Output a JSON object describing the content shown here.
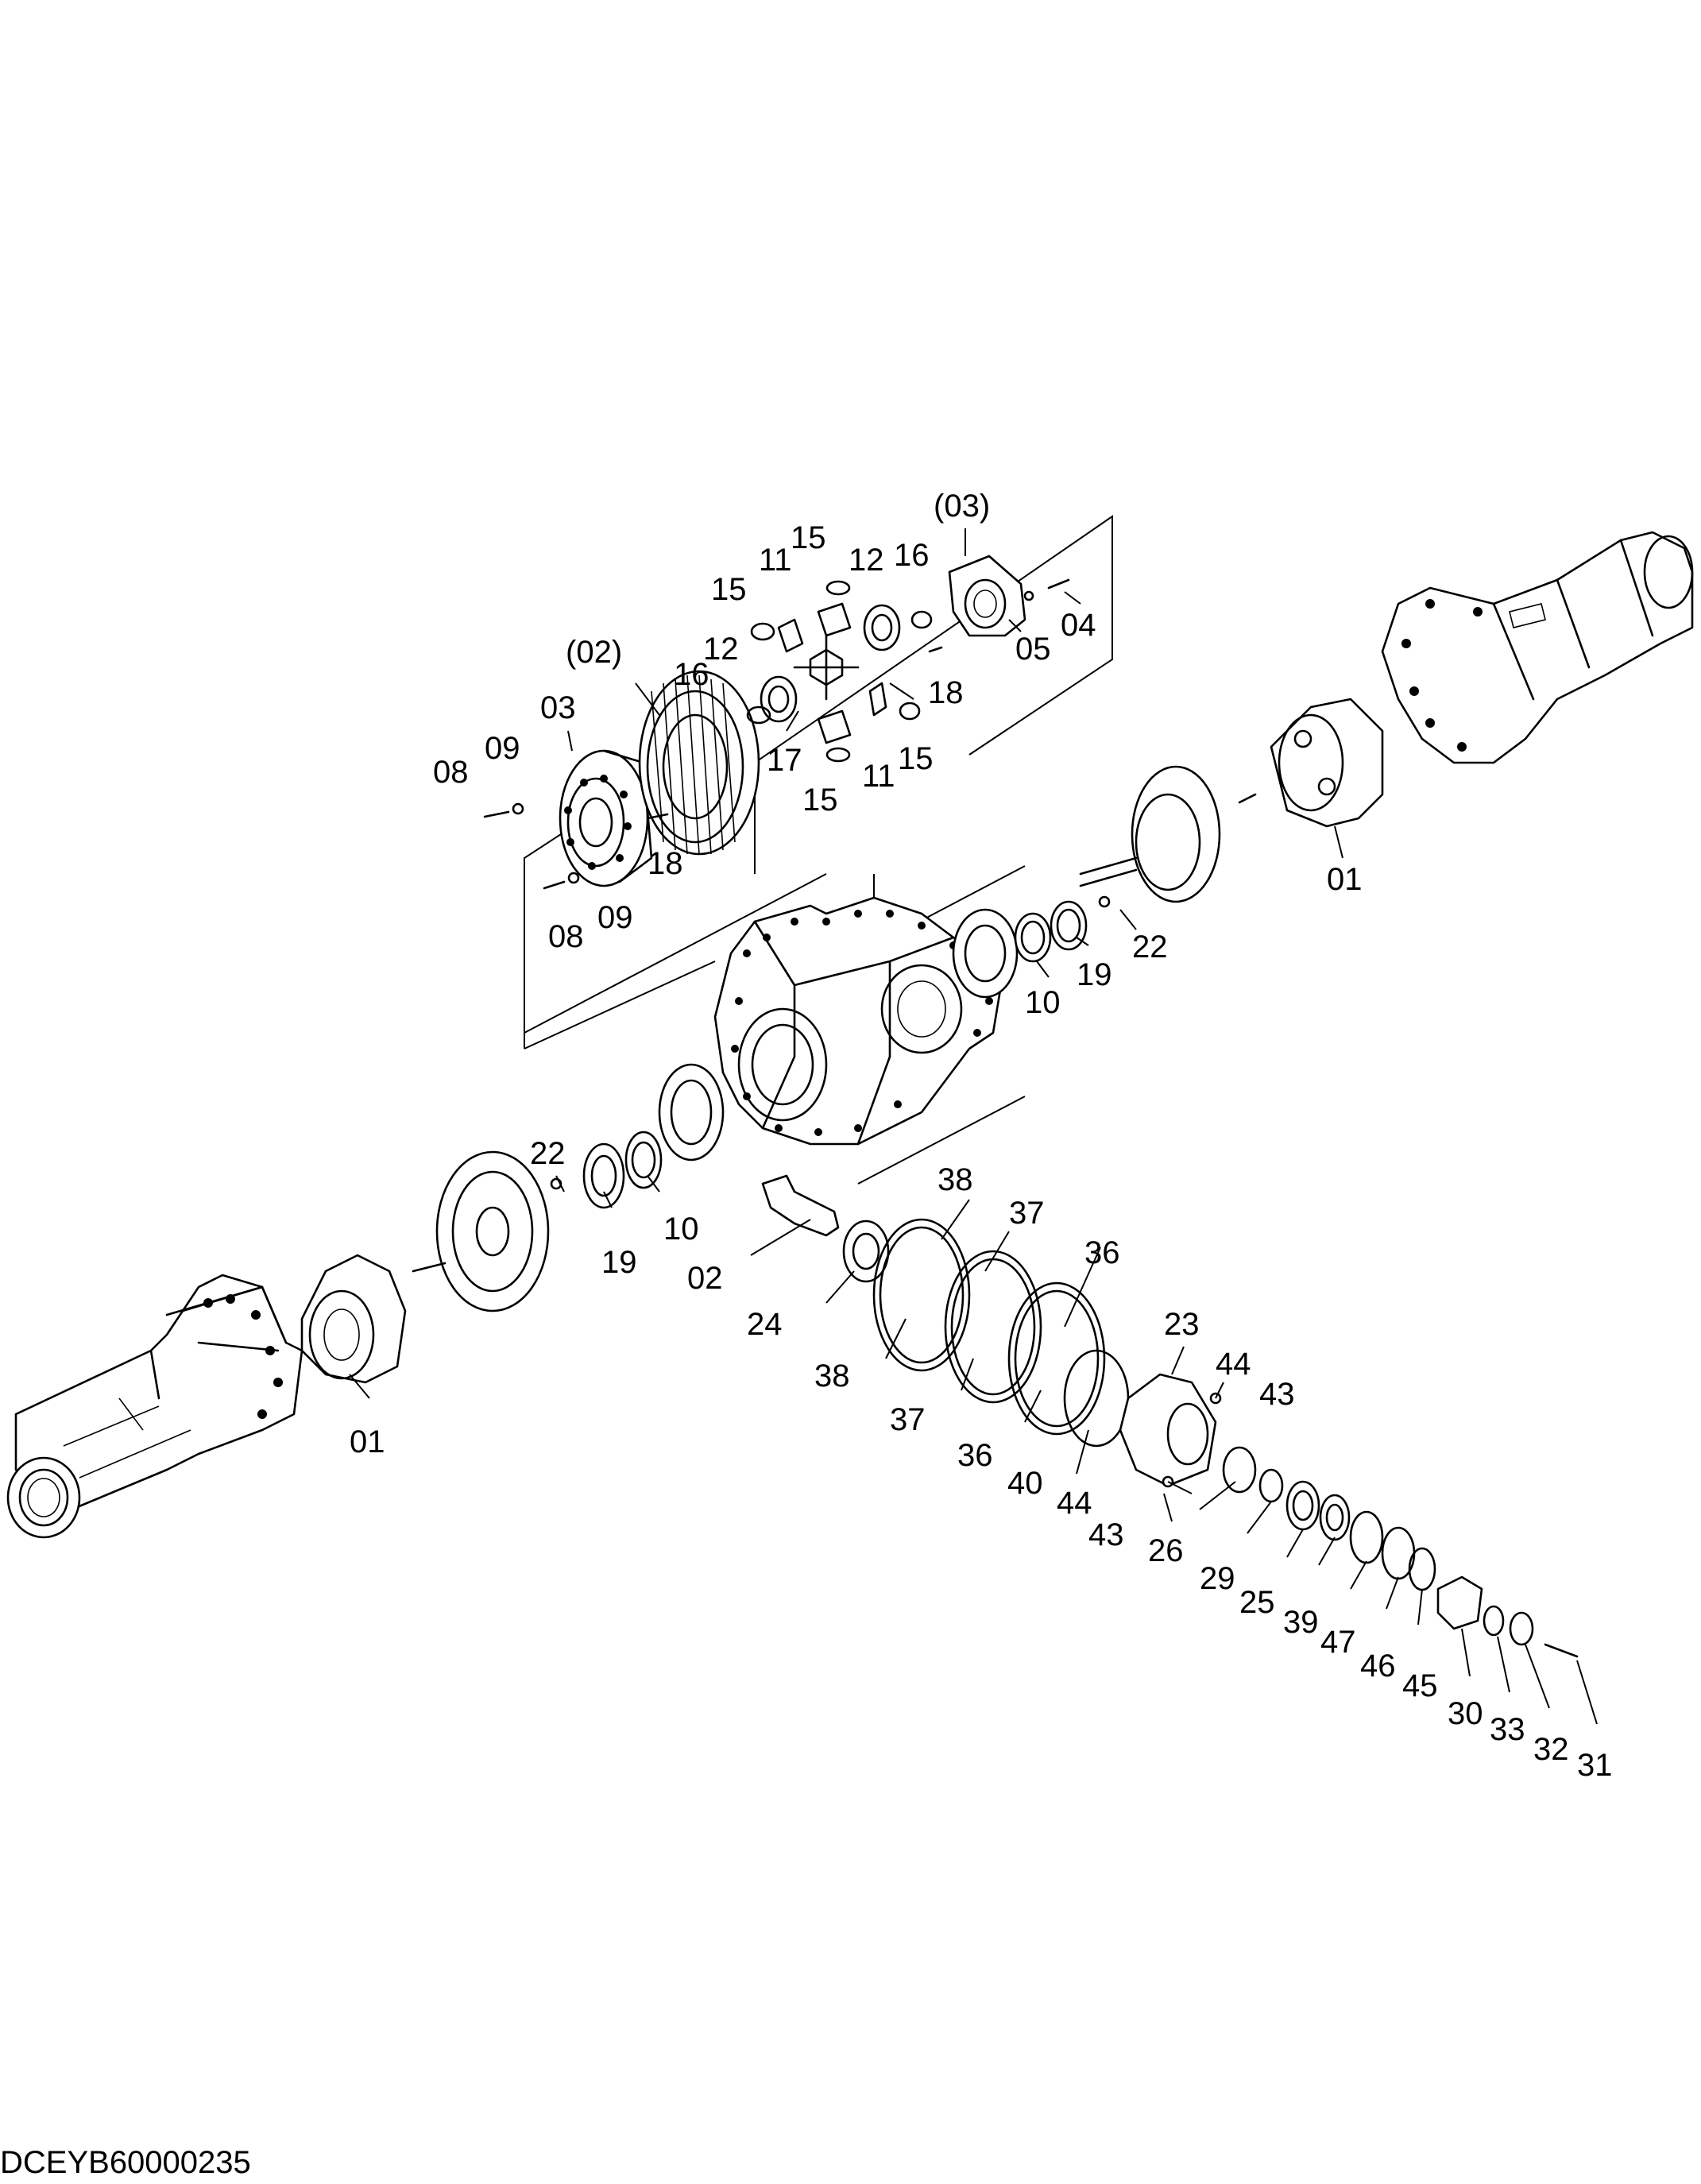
{
  "drawing_code": "DCEYB60000235",
  "labels": {
    "p03_assy": "(03)",
    "p02_assy": "(02)",
    "p03": "03",
    "p15_a": "15",
    "p15_b": "15",
    "p15_c": "15",
    "p15_d": "15",
    "p11_a": "11",
    "p11_b": "11",
    "p12_a": "12",
    "p12_b": "12",
    "p16_a": "16",
    "p16_b": "16",
    "p05": "05",
    "p04": "04",
    "p18_a": "18",
    "p18_b": "18",
    "p17": "17",
    "p08_a": "08",
    "p08_b": "08",
    "p09_a": "09",
    "p09_b": "09",
    "p01_a": "01",
    "p01_b": "01",
    "p22_a": "22",
    "p22_b": "22",
    "p19_a": "19",
    "p19_b": "19",
    "p10_a": "10",
    "p10_b": "10",
    "p38_a": "38",
    "p38_b": "38",
    "p37_a": "37",
    "p37_b": "37",
    "p36_a": "36",
    "p36_b": "36",
    "p23": "23",
    "p44_a": "44",
    "p44_b": "44",
    "p43_a": "43",
    "p43_b": "43",
    "p02": "02",
    "p24": "24",
    "p40": "40",
    "p26": "26",
    "p29": "29",
    "p25": "25",
    "p39": "39",
    "p47": "47",
    "p46": "46",
    "p45": "45",
    "p30": "30",
    "p33": "33",
    "p32": "32",
    "p31": "31"
  }
}
